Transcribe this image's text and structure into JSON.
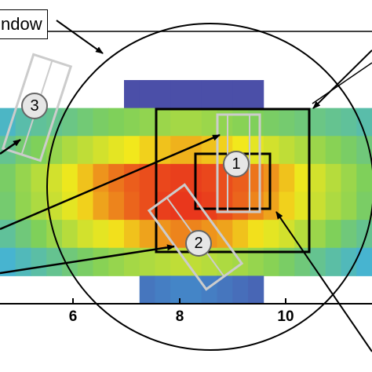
{
  "heatmap": {
    "rows": [
      [
        null,
        null,
        null,
        null,
        null,
        null,
        null,
        null,
        0,
        0,
        0,
        0,
        0,
        0,
        0,
        0,
        0,
        null,
        null,
        null,
        null,
        null,
        null,
        null
      ],
      [
        0.3,
        0.35,
        0.38,
        0.4,
        0.42,
        0.45,
        0.48,
        0.5,
        0.52,
        0.54,
        0.56,
        0.58,
        0.58,
        0.56,
        0.54,
        0.52,
        0.5,
        0.48,
        0.46,
        0.44,
        0.42,
        0.4,
        0.38,
        0.35
      ],
      [
        0.4,
        0.46,
        0.5,
        0.55,
        0.6,
        0.64,
        0.68,
        0.72,
        0.75,
        0.78,
        0.8,
        0.82,
        0.82,
        0.8,
        0.78,
        0.75,
        0.72,
        0.68,
        0.64,
        0.6,
        0.56,
        0.52,
        0.48,
        0.44
      ],
      [
        0.48,
        0.55,
        0.62,
        0.68,
        0.74,
        0.8,
        0.86,
        0.9,
        0.93,
        0.95,
        0.96,
        0.97,
        0.97,
        0.96,
        0.95,
        0.93,
        0.9,
        0.86,
        0.8,
        0.74,
        0.68,
        0.62,
        0.56,
        0.5
      ],
      [
        0.46,
        0.54,
        0.6,
        0.66,
        0.72,
        0.78,
        0.84,
        0.88,
        0.92,
        0.95,
        0.97,
        0.98,
        0.98,
        0.97,
        0.95,
        0.92,
        0.88,
        0.84,
        0.78,
        0.72,
        0.66,
        0.6,
        0.55,
        0.48
      ],
      [
        0.38,
        0.44,
        0.5,
        0.56,
        0.62,
        0.68,
        0.72,
        0.76,
        0.8,
        0.84,
        0.86,
        0.88,
        0.88,
        0.86,
        0.84,
        0.8,
        0.76,
        0.72,
        0.68,
        0.62,
        0.56,
        0.5,
        0.44,
        0.4
      ],
      [
        0.28,
        0.32,
        0.36,
        0.4,
        0.44,
        0.48,
        0.52,
        0.55,
        0.58,
        0.6,
        0.62,
        0.64,
        0.64,
        0.62,
        0.6,
        0.58,
        0.55,
        0.52,
        0.48,
        0.44,
        0.4,
        0.36,
        0.32,
        0.28
      ],
      [
        null,
        null,
        null,
        null,
        null,
        null,
        null,
        null,
        null,
        0.1,
        0.12,
        0.14,
        0.14,
        0.12,
        0.1,
        0.08,
        0.06,
        null,
        null,
        null,
        null,
        null,
        null,
        null
      ]
    ]
  },
  "axis": {
    "ticks": [
      {
        "value": 6,
        "label": "6"
      },
      {
        "value": 8,
        "label": "8"
      },
      {
        "value": 10,
        "label": "10"
      }
    ]
  },
  "label_box": {
    "text": "ndow"
  },
  "markers": [
    {
      "label": "1"
    },
    {
      "label": "2"
    },
    {
      "label": "3"
    }
  ],
  "colors": {
    "low": "#4b4fa8",
    "mid_low": "#3fb0e0",
    "mid": "#7fd05a",
    "mid_high": "#f2e81c",
    "high": "#e8281c",
    "outline": "#000000",
    "probe": "#cccccc"
  }
}
